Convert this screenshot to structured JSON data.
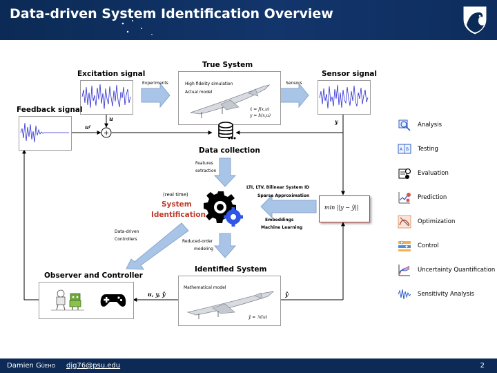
{
  "slide": {
    "title": "Data-driven System Identification Overview",
    "author_first": "Damien",
    "author_last": "Güeho",
    "email": "djg76@psu.edu",
    "page_number": "2"
  },
  "diagram": {
    "excitation_title": "Excitation signal",
    "true_system_title": "True System",
    "sensor_signal_title": "Sensor signal",
    "feedback_title": "Feedback signal",
    "experiments": "Experiments",
    "sensors": "Sensors",
    "hf_sim_line1": "High fidelity simulation",
    "hf_sim_line2": "Actual model",
    "state_eq": "ẋ = f(x,u)",
    "output_eq": "y = h(x,u)",
    "u_label": "u",
    "uf_label": "uᶠ",
    "y_label": "y",
    "data_collection": "Data collection",
    "features_line1": "Features",
    "features_line2": "extraction",
    "realtime": "(real time)",
    "sysid_line1": "System",
    "sysid_line2": "Identification",
    "lti_line1": "LTI, LTV, Bilinear System ID",
    "lti_line2": "Sparse Approximation",
    "embed_line1": "Embeddings",
    "embed_line2": "Machine Learning",
    "min_expr": "min ||y − ŷ||",
    "dd_line1": "Data-driven",
    "dd_line2": "Controllers",
    "ro_line1": "Reduced-order",
    "ro_line2": "modeling",
    "identified_title": "Identified System",
    "math_model": "Mathematical model",
    "ident_eq": "ŷ = ℳ(u)",
    "observer_title": "Observer and Controller",
    "uyyhat": "u, y, ŷ",
    "yhat": "ŷ"
  },
  "legend": [
    {
      "label": "Analysis",
      "icon": "analysis-icon"
    },
    {
      "label": "Testing",
      "icon": "testing-icon"
    },
    {
      "label": "Evaluation",
      "icon": "evaluation-icon"
    },
    {
      "label": "Prediction",
      "icon": "prediction-icon"
    },
    {
      "label": "Optimization",
      "icon": "optimization-icon"
    },
    {
      "label": "Control",
      "icon": "control-icon"
    },
    {
      "label": "Uncertainty Quantification",
      "icon": "uncertainty-icon"
    },
    {
      "label": "Sensitivity Analysis",
      "icon": "sensitivity-icon"
    }
  ],
  "colors": {
    "header_bg": "#0b2a55",
    "arrow_fill": "#a8c4e6",
    "arrow_stroke": "#8aa6cc",
    "signal_blue": "#2c2ccf",
    "sysid_red": "#c0392b",
    "min_box_border": "#c0392b",
    "gear_blue": "#2f56e6"
  }
}
